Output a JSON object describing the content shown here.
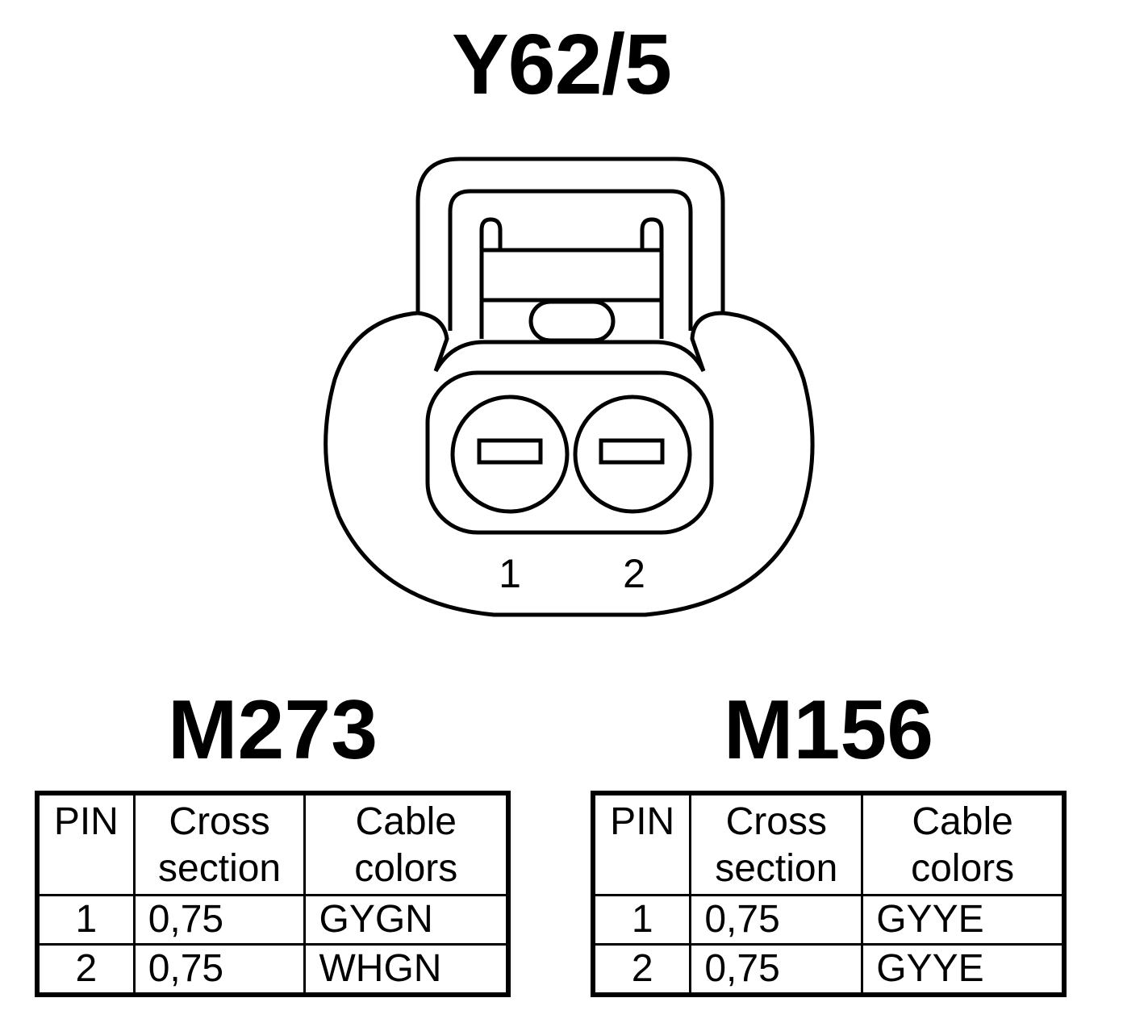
{
  "title": "Y62/5",
  "connector": {
    "pins": [
      "1",
      "2"
    ]
  },
  "tables": [
    {
      "model": "M273",
      "headers": {
        "pin": "PIN",
        "cross_line1": "Cross",
        "cross_line2": "section",
        "cable_line1": "Cable",
        "cable_line2": "colors"
      },
      "rows": [
        {
          "pin": "1",
          "cross": "0,75",
          "color": "GYGN"
        },
        {
          "pin": "2",
          "cross": "0,75",
          "color": "WHGN"
        }
      ]
    },
    {
      "model": "M156",
      "headers": {
        "pin": "PIN",
        "cross_line1": "Cross",
        "cross_line2": "section",
        "cable_line1": "Cable",
        "cable_line2": "colors"
      },
      "rows": [
        {
          "pin": "1",
          "cross": "0,75",
          "color": "GYYE"
        },
        {
          "pin": "2",
          "cross": "0,75",
          "color": "GYYE"
        }
      ]
    }
  ]
}
